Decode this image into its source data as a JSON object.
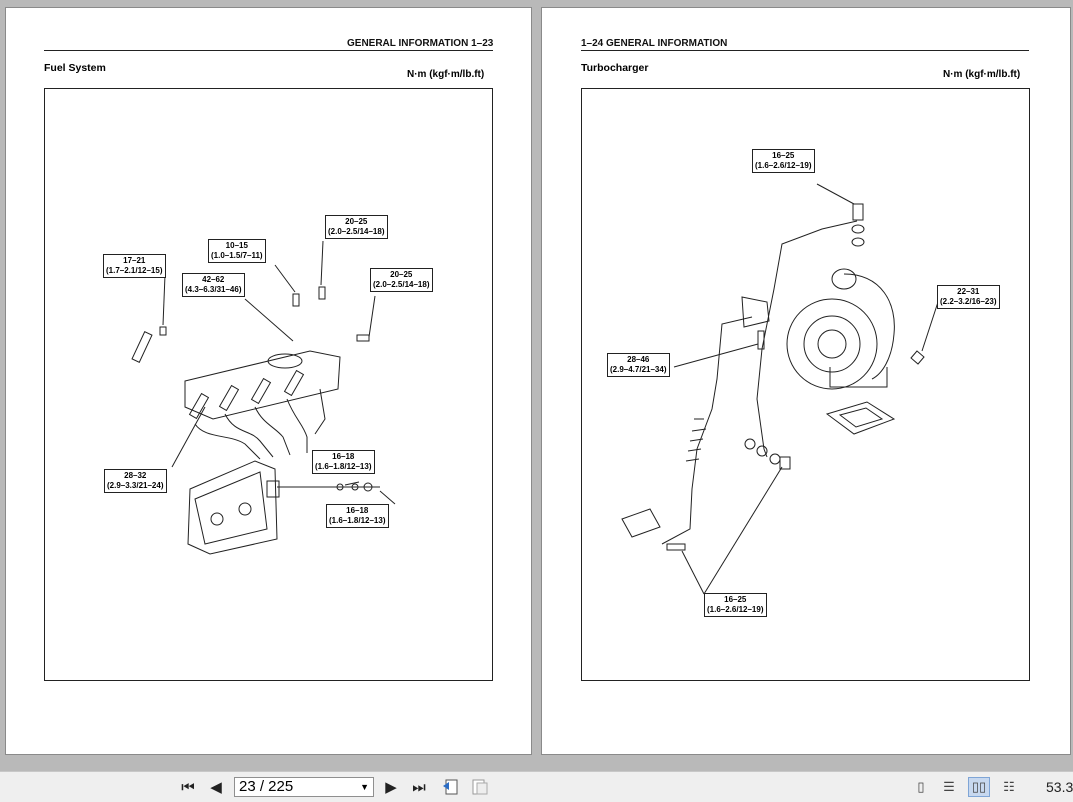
{
  "left_page": {
    "header": "GENERAL INFORMATION  1–23",
    "section_title": "Fuel System",
    "unit": "N·m (kgf·m/lb.ft)",
    "labels": [
      {
        "value": "17–21",
        "detail": "(1.7–2.1/12–15)"
      },
      {
        "value": "10–15",
        "detail": "(1.0–1.5/7–11)"
      },
      {
        "value": "42–62",
        "detail": "(4.3–6.3/31–46)"
      },
      {
        "value": "20–25",
        "detail": "(2.0–2.5/14–18)"
      },
      {
        "value": "20–25",
        "detail": "(2.0–2.5/14–18)"
      },
      {
        "value": "16–18",
        "detail": "(1.6–1.8/12–13)"
      },
      {
        "value": "16–18",
        "detail": "(1.6–1.8/12–13)"
      },
      {
        "value": "28–32",
        "detail": "(2.9–3.3/21–24)"
      }
    ]
  },
  "right_page": {
    "header": "1–24  GENERAL INFORMATION",
    "section_title": "Turbocharger",
    "unit": "N·m (kgf·m/lb.ft)",
    "labels": [
      {
        "value": "16–25",
        "detail": "(1.6–2.6/12–19)"
      },
      {
        "value": "22–31",
        "detail": "(2.2–3.2/16–23)"
      },
      {
        "value": "28–46",
        "detail": "(2.9–4.7/21–34)"
      },
      {
        "value": "16–25",
        "detail": "(1.6–2.6/12–19)"
      }
    ]
  },
  "toolbar": {
    "page_indicator": "23 / 225",
    "zoom": "53.3",
    "icons": [
      "first-page-icon",
      "previous-page-icon",
      "next-page-icon",
      "last-page-icon",
      "previous-view-icon",
      "next-view-icon",
      "single-page-icon",
      "continuous-page-icon",
      "facing-pages-icon",
      "continuous-facing-icon"
    ]
  }
}
